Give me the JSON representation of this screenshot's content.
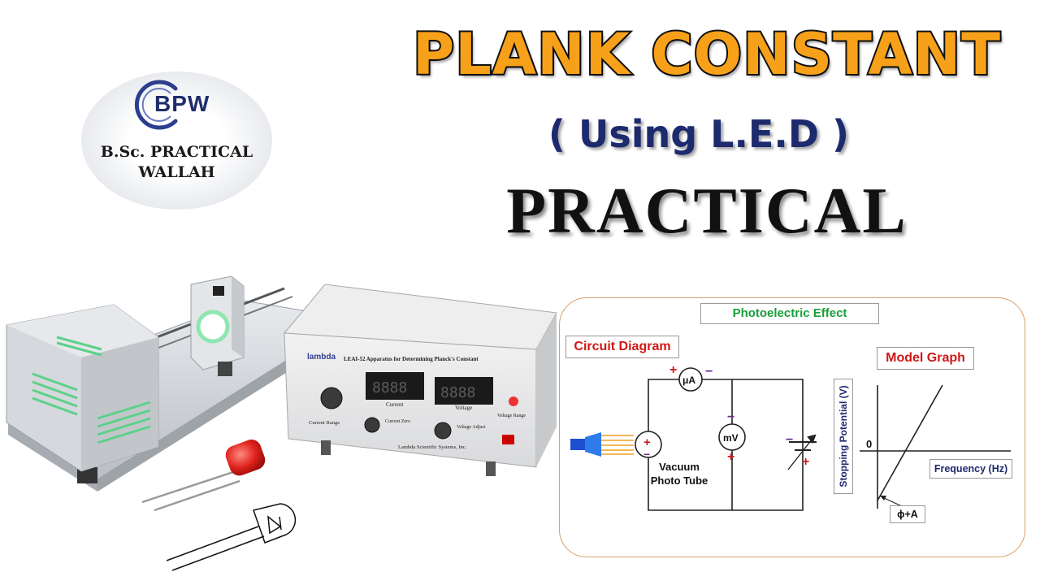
{
  "logo": {
    "mark": "BPW",
    "line1": "B.Sc. PRACTICAL",
    "line2": "WALLAH"
  },
  "titles": {
    "main": "PLANK CONSTANT",
    "sub": "( Using L.E.D )",
    "practical": "PRACTICAL"
  },
  "apparatus": {
    "brand": "lambda",
    "panel_title": "LEAI-52 Apparatus for Determining Planck's Constant",
    "meter_current": "Current",
    "meter_voltage": "Voltage",
    "current_zero": "Current Zero",
    "current_range": "Current Range",
    "voltage_adjust": "Voltage Adjust",
    "voltage_range": "Voltage Range",
    "maker": "Lambda Scientific Systems, Inc."
  },
  "diagram": {
    "title": "Photoelectric Effect",
    "circuit_title": "Circuit Diagram",
    "graph_title": "Model Graph",
    "microammeter": "μA",
    "millivoltmeter": "mV",
    "tube_label_1": "Vacuum",
    "tube_label_2": "Photo Tube",
    "y_axis": "Stopping Potential (V)",
    "x_axis": "Frequency (Hz)",
    "origin": "0",
    "intercept": "ϕ+A",
    "plus": "+",
    "minus": "−"
  },
  "colors": {
    "title_fill": "#f7a11a",
    "subtitle": "#1d2a6e",
    "green_label": "#1a9e3a",
    "red_label": "#d01818",
    "frame": "#d7a068"
  }
}
